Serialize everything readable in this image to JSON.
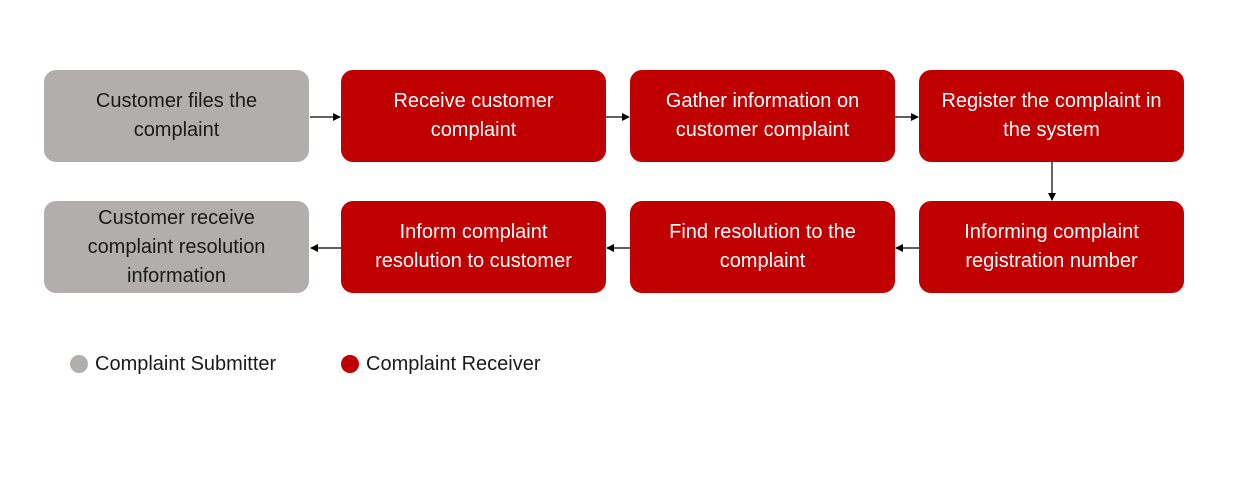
{
  "colors": {
    "submitter": "#b2aeae",
    "receiver": "#c00000",
    "arrow": "#000000"
  },
  "flow": {
    "row1": [
      {
        "label": "Customer files the complaint",
        "role": "submitter"
      },
      {
        "label": "Receive customer complaint",
        "role": "receiver"
      },
      {
        "label": "Gather information on customer complaint",
        "role": "receiver"
      },
      {
        "label": "Register the complaint in the system",
        "role": "receiver"
      }
    ],
    "row2": [
      {
        "label": "Customer receive complaint resolution information",
        "role": "submitter"
      },
      {
        "label": "Inform complaint resolution to customer",
        "role": "receiver"
      },
      {
        "label": "Find resolution to the complaint",
        "role": "receiver"
      },
      {
        "label": "Informing complaint registration number",
        "role": "receiver"
      }
    ]
  },
  "legend": {
    "submitter": "Complaint Submitter",
    "receiver": "Complaint Receiver"
  }
}
